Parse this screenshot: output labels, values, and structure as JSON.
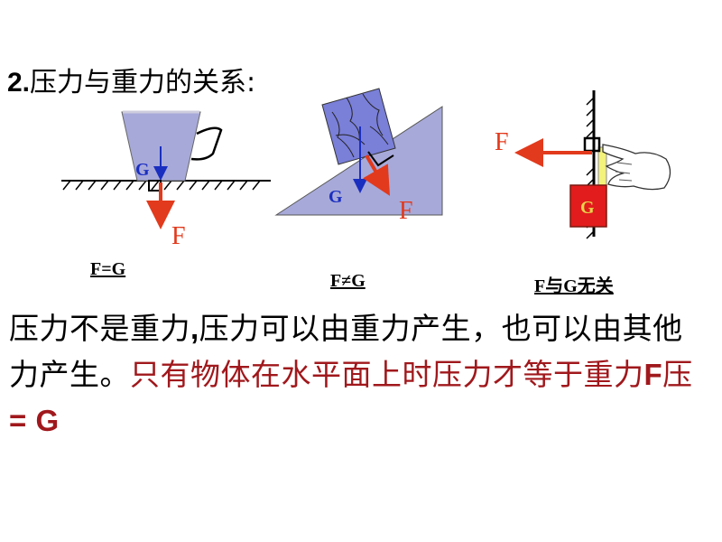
{
  "title": {
    "number": "2.",
    "text": "压力与重力的关系:"
  },
  "diagrams": {
    "cup": {
      "g_label": "G",
      "f_label": "F",
      "caption": "F=G"
    },
    "incline": {
      "g_label": "G",
      "f_label": "F",
      "caption": "F≠G"
    },
    "wall": {
      "g_label": "G",
      "f_label": "F",
      "caption": "F与G无关"
    }
  },
  "paragraph": {
    "black_part": "压力不是重力",
    "comma1": ",",
    "black_part2": "压力可以由重力产生，也可以由其他力产生。",
    "red_part": "只有物体在水平面上时压力才等于重力",
    "formula_latin": "F",
    "formula_cjk": "压",
    "formula_rest": " = G"
  },
  "colors": {
    "force_red": "#e23a1c",
    "gravity_blue": "#1a2ec0",
    "shape_fill": "#a7a9d9",
    "text_red": "#a0181c",
    "block_red": "#e21c1c"
  }
}
